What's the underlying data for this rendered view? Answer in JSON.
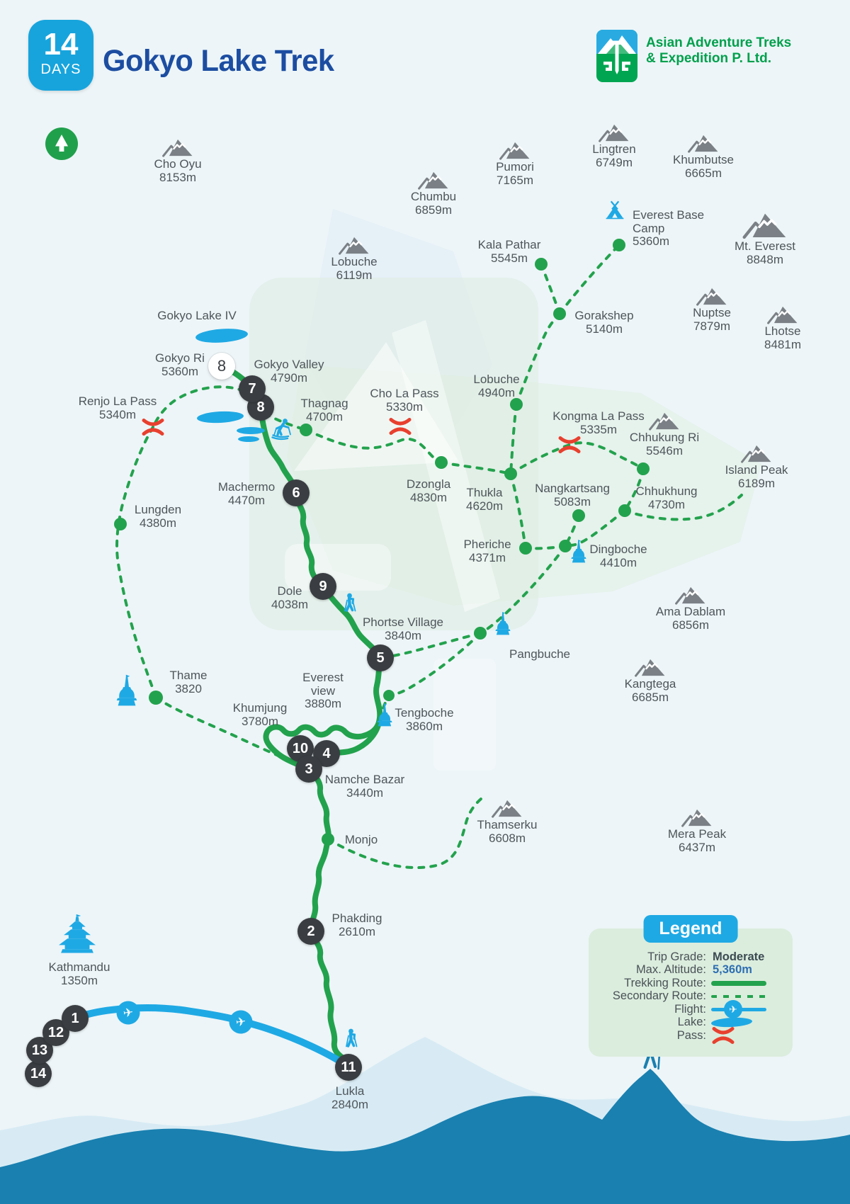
{
  "header": {
    "days_value": "14",
    "days_label": "DAYS",
    "title": "Gokyo Lake Trek",
    "company_line1": "Asian Adventure Treks",
    "company_line2": "& Expedition P. Ltd."
  },
  "icons": {
    "plane_glyph": "✈"
  },
  "colors": {
    "route_green": "#23A24D",
    "flight_blue": "#1FA9E4",
    "pass_red": "#E8402F",
    "badge_cyan": "#17A4DD",
    "title_navy": "#1C4DA1",
    "brand_green": "#00A04C",
    "marker_dark": "#3A3E42"
  },
  "legend": {
    "title": "Legend",
    "trip_grade_label": "Trip Grade:",
    "trip_grade_value": "Moderate",
    "max_alt_label": "Max. Altitude:",
    "max_alt_value": "5,360m",
    "trekking_label": "Trekking Route:",
    "secondary_label": "Secondary Route:",
    "flight_label": "Flight:",
    "lake_label": "Lake:",
    "pass_label": "Pass:"
  },
  "map": {
    "mountains": [
      {
        "name": "Cho Oyu",
        "elev": "8153m"
      },
      {
        "name": "Chumbu",
        "elev": "6859m"
      },
      {
        "name": "Pumori",
        "elev": "7165m"
      },
      {
        "name": "Lingtren",
        "elev": "6749m"
      },
      {
        "name": "Khumbutse",
        "elev": "6665m"
      },
      {
        "name": "Mt. Everest",
        "elev": "8848m"
      },
      {
        "name": "Lobuche",
        "elev": "6119m"
      },
      {
        "name": "Nuptse",
        "elev": "7879m"
      },
      {
        "name": "Lhotse",
        "elev": "8481m"
      },
      {
        "name": "Chhukung Ri",
        "elev": "5546m"
      },
      {
        "name": "Island Peak",
        "elev": "6189m"
      },
      {
        "name": "Ama Dablam",
        "elev": "6856m"
      },
      {
        "name": "Kangtega",
        "elev": "6685m"
      },
      {
        "name": "Thamserku",
        "elev": "6608m"
      },
      {
        "name": "Mera Peak",
        "elev": "6437m"
      }
    ],
    "places": [
      {
        "name": "Gokyo Lake IV",
        "elev": ""
      },
      {
        "name": "Gokyo Ri",
        "elev": "5360m"
      },
      {
        "name": "Gokyo Valley",
        "elev": "4790m"
      },
      {
        "name": "Renjo La Pass",
        "elev": "5340m"
      },
      {
        "name": "Thagnag",
        "elev": "4700m"
      },
      {
        "name": "Cho La Pass",
        "elev": "5330m"
      },
      {
        "name": "Lobuche",
        "elev": "4940m"
      },
      {
        "name": "Kongma La Pass",
        "elev": "5335m"
      },
      {
        "name": "Gorakshep",
        "elev": "5140m"
      },
      {
        "name": "Kala Pathar",
        "elev": "5545m"
      },
      {
        "name": "Everest Base Camp",
        "elev": "5360m"
      },
      {
        "name": "Dzongla",
        "elev": "4830m"
      },
      {
        "name": "Thukla",
        "elev": "4620m"
      },
      {
        "name": "Nangkartsang",
        "elev": "5083m"
      },
      {
        "name": "Chhukhung",
        "elev": "4730m"
      },
      {
        "name": "Pheriche",
        "elev": "4371m"
      },
      {
        "name": "Dingboche",
        "elev": "4410m"
      },
      {
        "name": "Machermo",
        "elev": "4470m"
      },
      {
        "name": "Lungden",
        "elev": "4380m"
      },
      {
        "name": "Dole",
        "elev": "4038m"
      },
      {
        "name": "Phortse Village",
        "elev": "3840m"
      },
      {
        "name": "Pangbuche",
        "elev": ""
      },
      {
        "name": "Thame",
        "elev": "3820"
      },
      {
        "name": "Everest view",
        "elev": "3880m"
      },
      {
        "name": "Khumjung",
        "elev": "3780m"
      },
      {
        "name": "Tengboche",
        "elev": "3860m"
      },
      {
        "name": "Namche Bazar",
        "elev": "3440m"
      },
      {
        "name": "Monjo",
        "elev": ""
      },
      {
        "name": "Phakding",
        "elev": "2610m"
      },
      {
        "name": "Kathmandu",
        "elev": "1350m"
      },
      {
        "name": "Lukla",
        "elev": "2840m"
      }
    ],
    "waypoints": [
      {
        "label": "1"
      },
      {
        "label": "2"
      },
      {
        "label": "3"
      },
      {
        "label": "4"
      },
      {
        "label": "5"
      },
      {
        "label": "6"
      },
      {
        "label": "7"
      },
      {
        "label": "8"
      },
      {
        "label": "9"
      },
      {
        "label": "10"
      },
      {
        "label": "11"
      },
      {
        "label": "12"
      },
      {
        "label": "13"
      },
      {
        "label": "14"
      },
      {
        "label": "8"
      }
    ]
  }
}
